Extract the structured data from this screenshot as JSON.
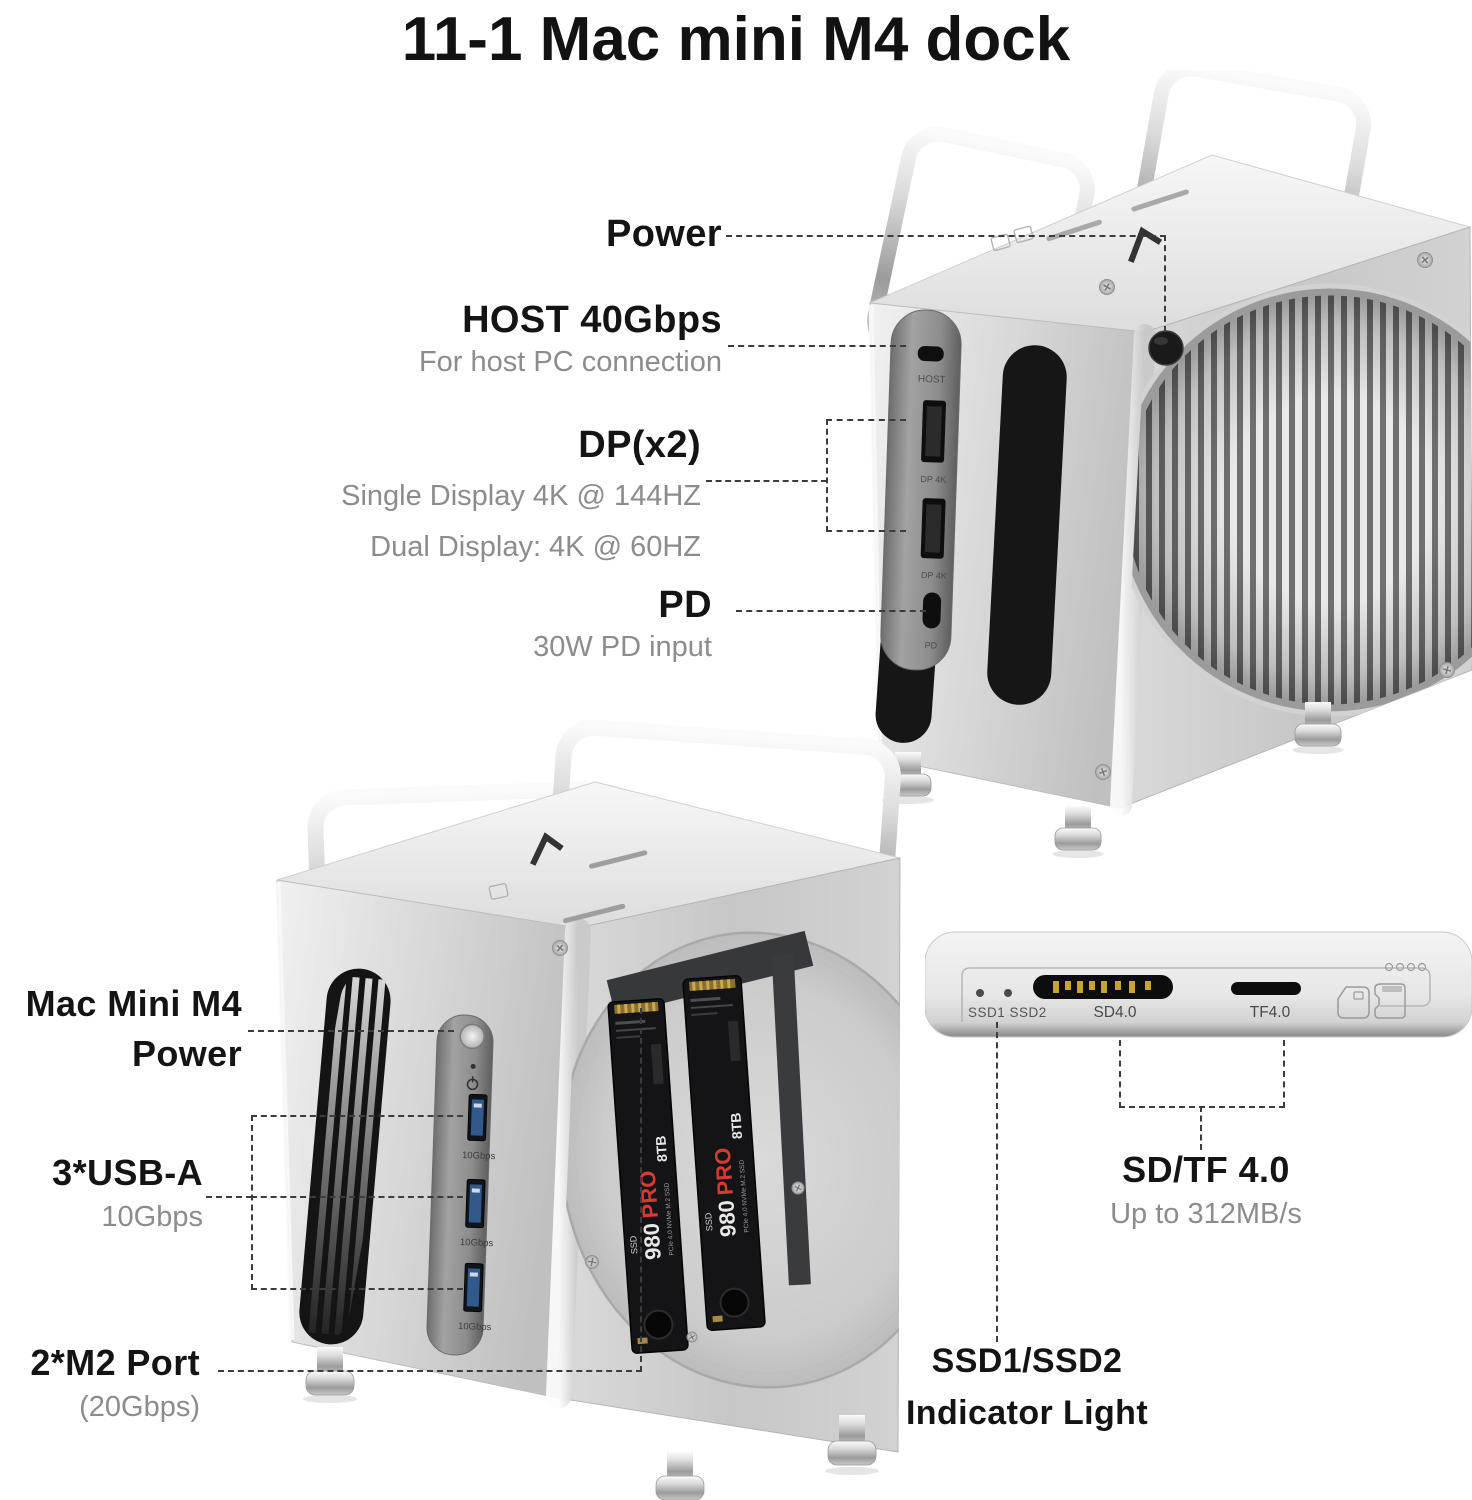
{
  "title": "11-1 Mac mini M4 dock",
  "colors": {
    "label_dark": "#141414",
    "label_gray": "#8c8c8c",
    "leader": "#3c3c3c",
    "usb_blue": "#32598c",
    "ssd_red": "#d43b33",
    "gold": "#c9a235"
  },
  "callouts": {
    "power": {
      "label": "Power"
    },
    "host": {
      "label": "HOST 40Gbps",
      "sub": "For host PC connection"
    },
    "dp": {
      "label": "DP(x2)",
      "sub1": "Single Display 4K @ 144HZ",
      "sub2": "Dual Display: 4K @ 60HZ"
    },
    "pd": {
      "label": "PD",
      "sub": "30W PD input"
    },
    "mac_power": {
      "line1": "Mac Mini M4",
      "line2": "Power"
    },
    "usb": {
      "label": "3*USB-A",
      "sub": "10Gbps"
    },
    "m2": {
      "label": "2*M2 Port",
      "sub": "(20Gbps)"
    },
    "sdtf": {
      "label": "SD/TF 4.0",
      "sub": "Up to 312MB/s"
    },
    "ssd_indicator": {
      "line1": "SSD1/SSD2",
      "line2": "Indicator Light"
    }
  },
  "device_right": {
    "port_labels": {
      "host": "HOST",
      "dp1": "DP 4K",
      "dp2": "DP 4K",
      "pd": "PD"
    }
  },
  "device_left": {
    "usb_port_speed": "10Gbps",
    "ssd_card": {
      "type": "SSD",
      "model_white": "980",
      "model_red": "PRO",
      "spec": "PCIe 4.0 NVMe M.2 SSD",
      "capacity": "8TB"
    }
  },
  "panel": {
    "ssd_leds": "SSD1 SSD2",
    "sd_label": "SD4.0",
    "tf_label": "TF4.0"
  }
}
